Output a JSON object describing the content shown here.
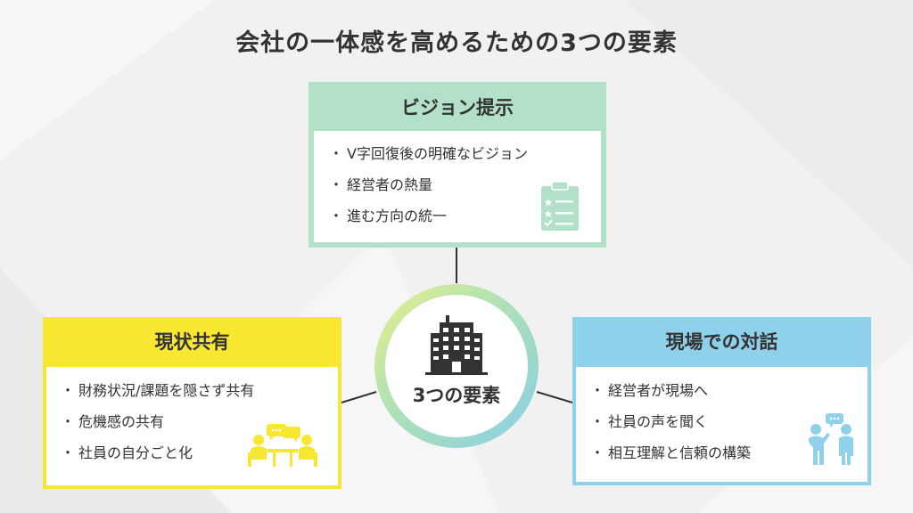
{
  "title": "会社の一体感を高めるための3つの要素",
  "center": {
    "label": "3つの要素",
    "icon": "building-icon"
  },
  "cards": {
    "vision": {
      "heading": "ビジョン提示",
      "items": [
        "V字回復後の明確なビジョン",
        "経営者の熱量",
        "進む方向の統一"
      ],
      "icon": "clipboard-checklist-icon",
      "color": "#b3e0c8"
    },
    "status": {
      "heading": "現状共有",
      "items": [
        "財務状況/課題を隠さず共有",
        "危機感の共有",
        "社員の自分ごと化"
      ],
      "icon": "meeting-table-icon",
      "color": "#f8e731"
    },
    "dialogue": {
      "heading": "現場での対話",
      "items": [
        "経営者が現場へ",
        "社員の声を聞く",
        "相互理解と信頼の構築"
      ],
      "icon": "conversation-people-icon",
      "color": "#8fd0ea"
    }
  }
}
